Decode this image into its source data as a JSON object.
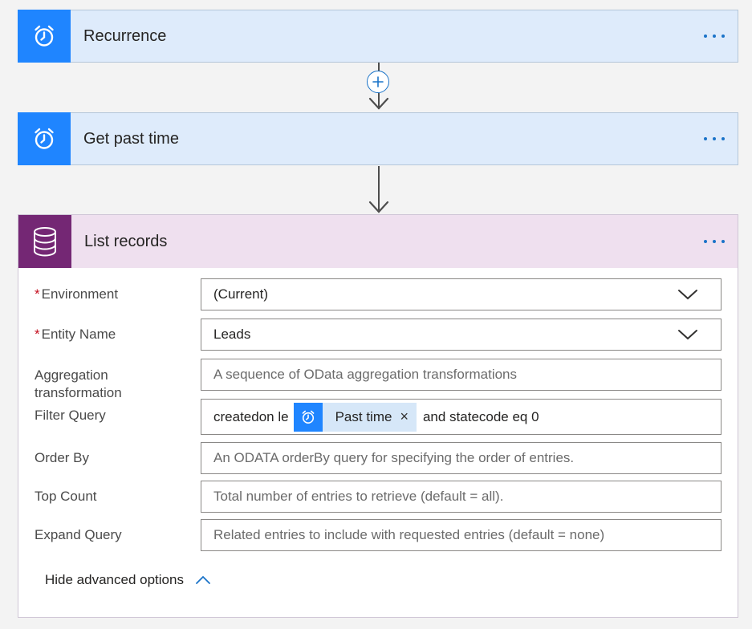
{
  "steps": [
    {
      "title": "Recurrence",
      "icon": "alarm-clock-icon"
    },
    {
      "title": "Get past time",
      "icon": "alarm-clock-icon"
    },
    {
      "title": "List records",
      "icon": "database-icon"
    }
  ],
  "colors": {
    "schedule_accent": "#1f85ff",
    "schedule_header_bg": "#deebfb",
    "dataverse_accent": "#742774",
    "dataverse_header_bg": "#efe0ef",
    "link_blue": "#1a73c8",
    "required_red": "#c50f1f"
  },
  "form": {
    "environment": {
      "label": "Environment",
      "value": "(Current)",
      "required": true
    },
    "entity_name": {
      "label": "Entity Name",
      "value": "Leads",
      "required": true
    },
    "aggregation": {
      "label": "Aggregation transformation",
      "placeholder": "A sequence of OData aggregation transformations"
    },
    "filter_query": {
      "label": "Filter Query",
      "prefix": "createdon le",
      "token_label": "Past time",
      "token_remove": "×",
      "suffix": "and statecode eq 0"
    },
    "order_by": {
      "label": "Order By",
      "placeholder": "An ODATA orderBy query for specifying the order of entries."
    },
    "top_count": {
      "label": "Top Count",
      "placeholder": "Total number of entries to retrieve (default = all)."
    },
    "expand_query": {
      "label": "Expand Query",
      "placeholder": "Related entries to include with requested entries (default = none)"
    },
    "advanced_toggle": "Hide advanced options"
  }
}
